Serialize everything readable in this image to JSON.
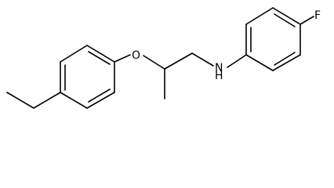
{
  "molecule": {
    "atoms": {
      "oxygen": "O",
      "nitrogen_h": "H",
      "nitrogen_n": "N",
      "fluorine": "F"
    }
  }
}
